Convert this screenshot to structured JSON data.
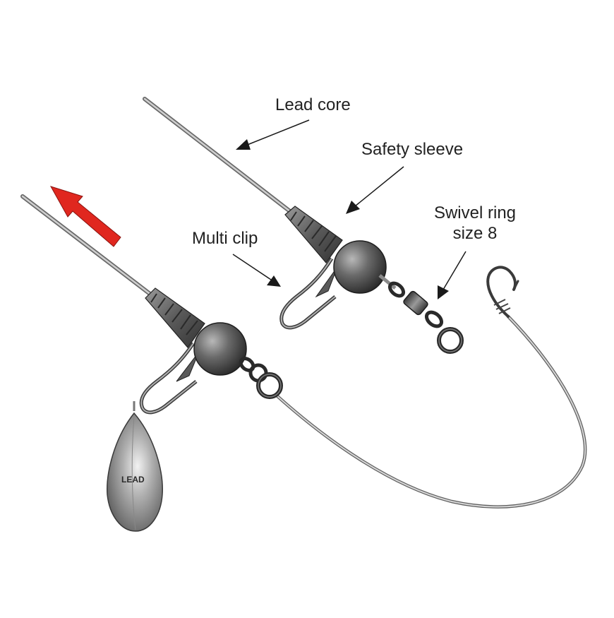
{
  "labels": {
    "lead_core": "Lead core",
    "safety_sleeve": "Safety sleeve",
    "swivel_ring_line1": "Swivel ring",
    "swivel_ring_line2": "size 8",
    "multi_clip": "Multi clip",
    "lead_weight": "LEAD"
  },
  "colors": {
    "line": "#9a9a9a",
    "metal_dark": "#3a3a3a",
    "metal_mid": "#6e6e6e",
    "arrow_direction": "#e0271f",
    "annotation": "#1a1a1a"
  }
}
